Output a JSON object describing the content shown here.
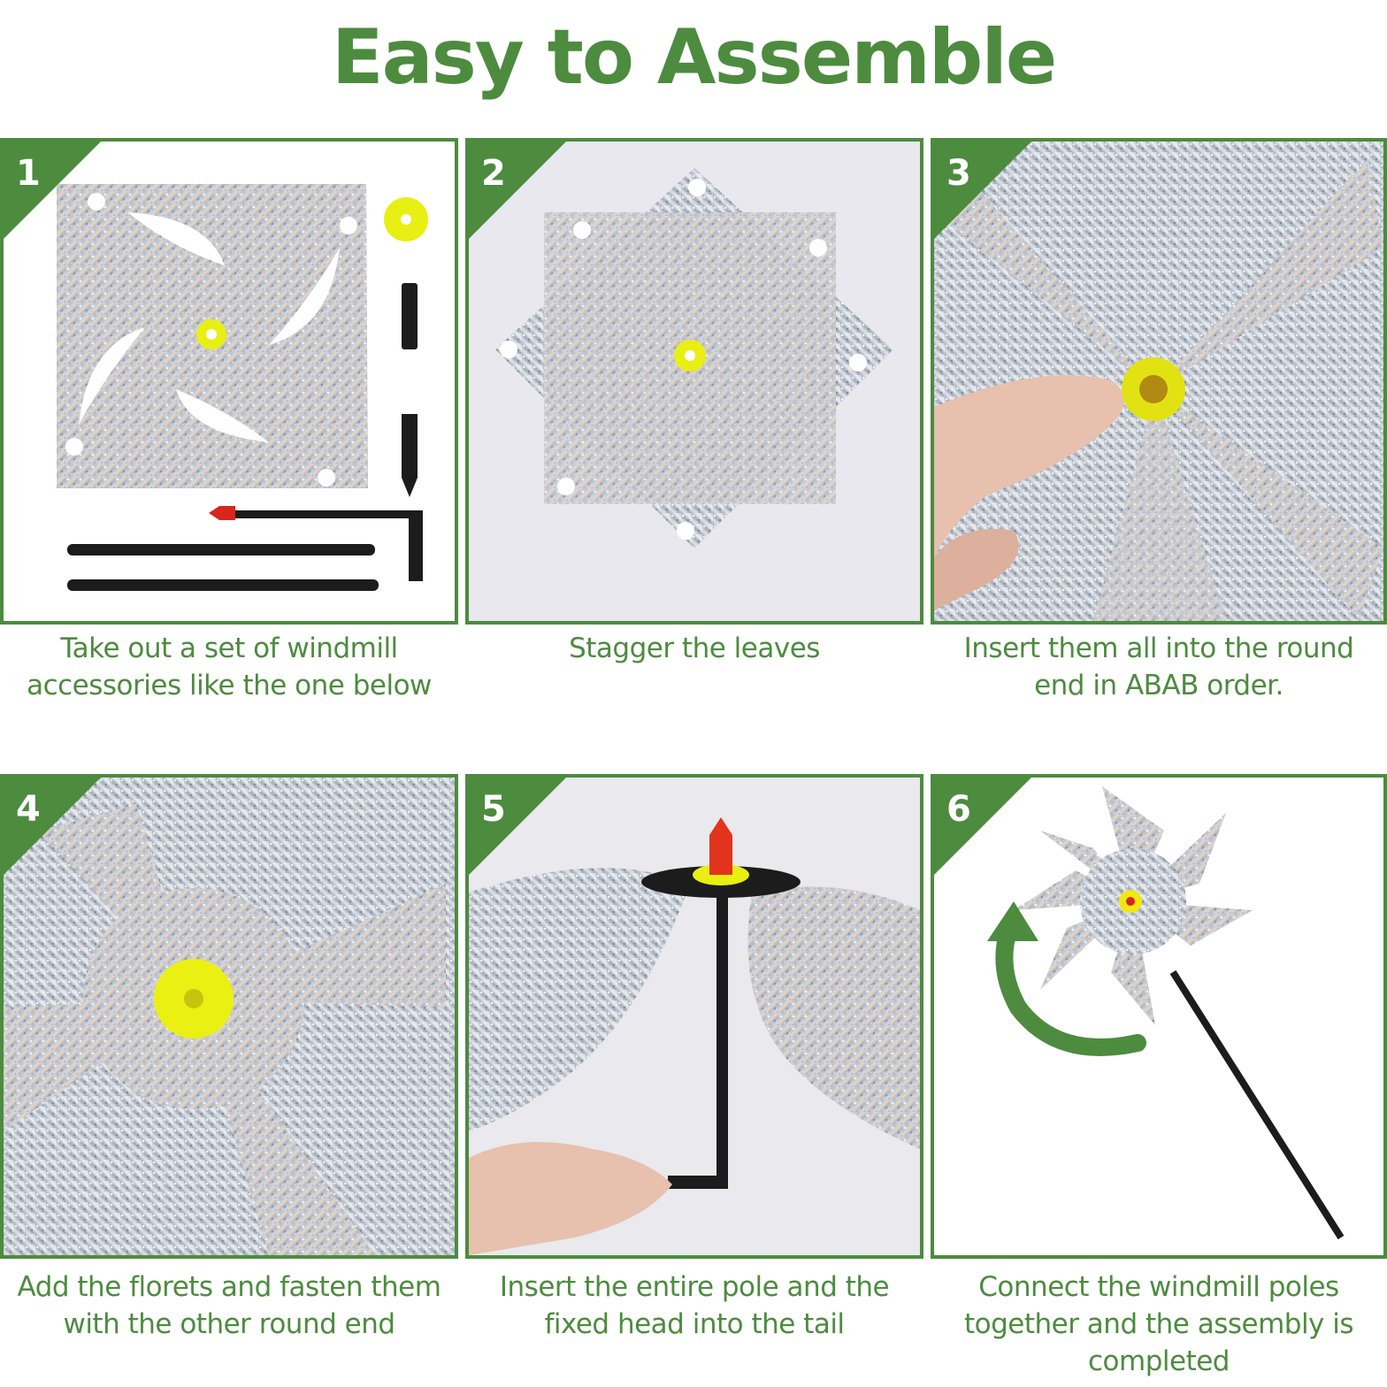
{
  "title": "Easy to Assemble",
  "accent_color": "#4d8b3f",
  "steps": [
    {
      "number": "1",
      "caption_lines": [
        "Take out a set of windmill",
        "accessories like the one below"
      ],
      "image": "windmill-parts-kit"
    },
    {
      "number": "2",
      "caption_lines": [
        "Stagger the leaves"
      ],
      "image": "staggered-leaves"
    },
    {
      "number": "3",
      "caption_lines": [
        "Insert them all into the round",
        "end in ABAB order."
      ],
      "image": "hand-inserting-leaves"
    },
    {
      "number": "4",
      "caption_lines": [
        "Add the florets and fasten them",
        "with the other round end"
      ],
      "image": "floret-with-yellow-cap"
    },
    {
      "number": "5",
      "caption_lines": [
        "Insert the entire pole and the",
        "fixed head into the tail"
      ],
      "image": "hand-inserting-pole"
    },
    {
      "number": "6",
      "caption_lines": [
        "Connect the windmill poles",
        "together and the assembly is",
        "completed"
      ],
      "image": "completed-pinwheel"
    }
  ]
}
